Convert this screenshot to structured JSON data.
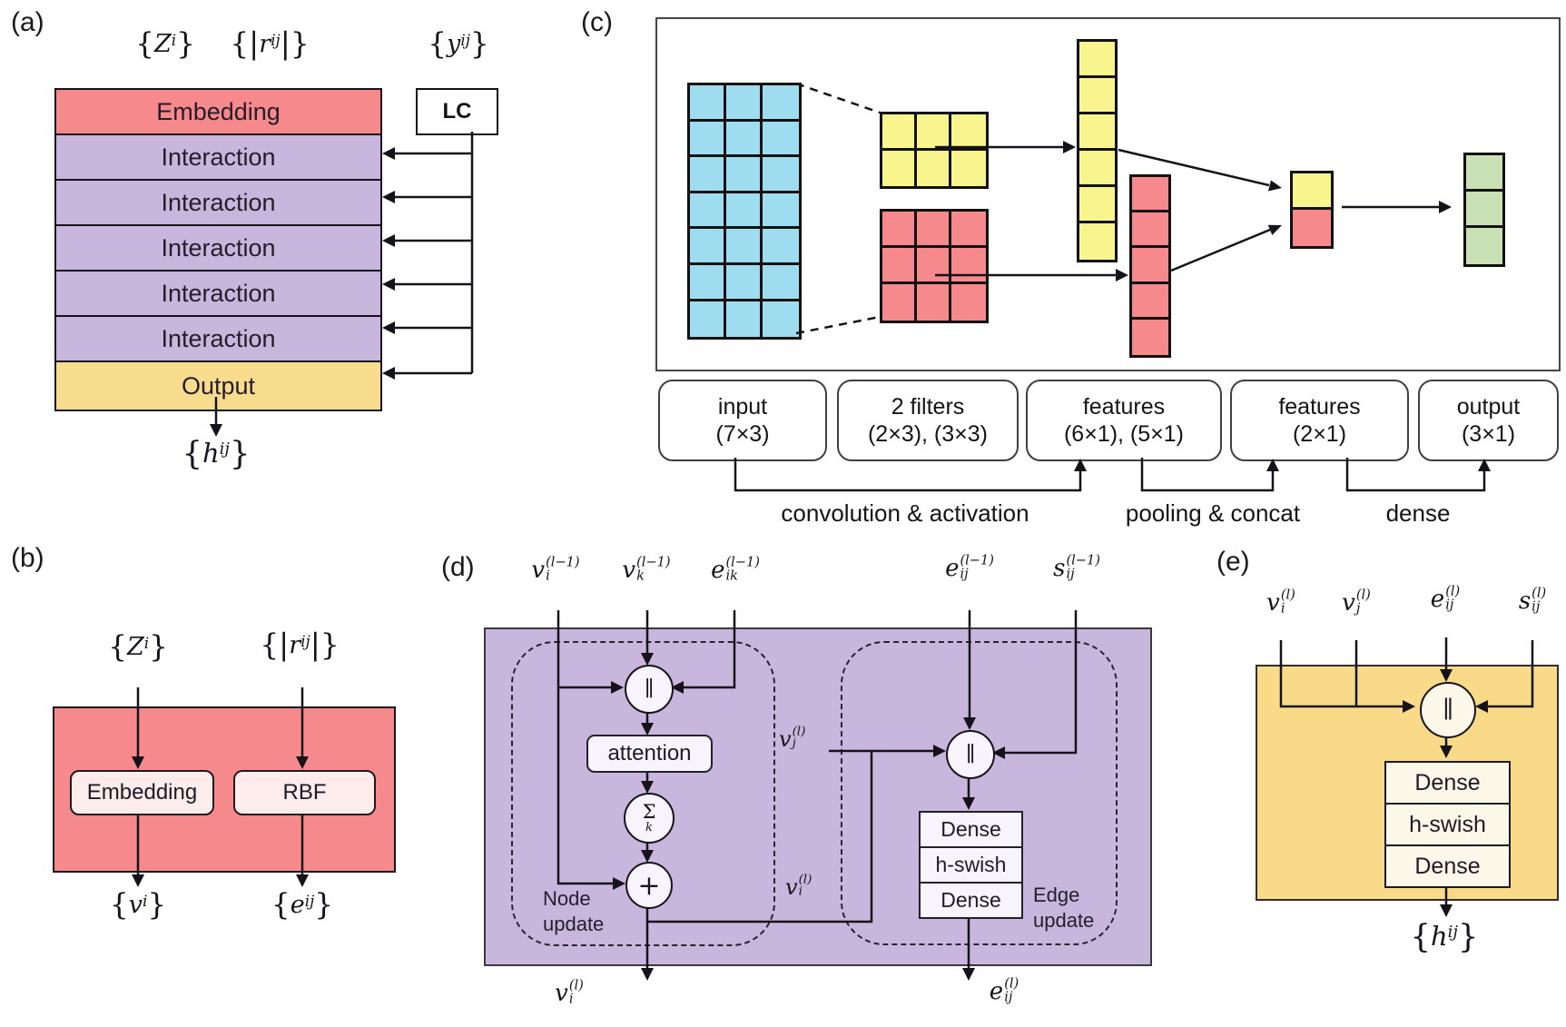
{
  "colors": {
    "embedding_red": "#f5898b",
    "interaction_purple": "#c9b6dc",
    "output_yellow": "#f8dc8e",
    "panel_e_yellow": "#f8da88",
    "input_blue": "#9edcf0",
    "filter_yellow": "#f8f48e",
    "feature_green": "#c9e0b4",
    "sub_box_pink": "#fdecec",
    "sub_box_lavender": "#f7f4fb",
    "sub_box_cream": "#fbf7e9"
  },
  "panel_a": {
    "tag": "(a)",
    "input_z": {
      "pre": "{",
      "base": "Z",
      "sub": "i",
      "post": "}"
    },
    "input_r": {
      "pre": "{|",
      "base": "r",
      "sub": "ij",
      "post": "|}"
    },
    "input_y": {
      "pre": "{",
      "base": "y",
      "sub": "ij",
      "post": "}"
    },
    "lc_label": "LC",
    "rows": [
      {
        "label": "Embedding"
      },
      {
        "label": "Interaction"
      },
      {
        "label": "Interaction"
      },
      {
        "label": "Interaction"
      },
      {
        "label": "Interaction"
      },
      {
        "label": "Interaction"
      },
      {
        "label": "Output"
      }
    ],
    "output_h": {
      "pre": "{",
      "base": "h",
      "sub": "ij",
      "post": "}"
    }
  },
  "panel_b": {
    "tag": "(b)",
    "input_z": {
      "pre": "{",
      "base": "Z",
      "sub": "i",
      "post": "}"
    },
    "input_r": {
      "pre": "{|",
      "base": "r",
      "sub": "ij",
      "post": "|}"
    },
    "embedding_label": "Embedding",
    "rbf_label": "RBF",
    "output_v": {
      "pre": "{",
      "base": "v",
      "sub": "i",
      "post": "}"
    },
    "output_e": {
      "pre": "{",
      "base": "e",
      "sub": "ij",
      "post": "}"
    }
  },
  "panel_c": {
    "tag": "(c)",
    "grids": {
      "input": {
        "rows": 7,
        "cols": 3,
        "color": "#9edcf0"
      },
      "filter_small": {
        "rows": 2,
        "cols": 3,
        "color": "#f8f48e"
      },
      "filter_large": {
        "rows": 3,
        "cols": 3,
        "color": "#f5898b"
      },
      "features_yellow": {
        "rows": 6,
        "cols": 1,
        "color": "#f8f48e"
      },
      "features_red": {
        "rows": 5,
        "cols": 1,
        "color": "#f5898b"
      },
      "features_concat": {
        "rows": 2,
        "cols": 1,
        "row_colors": [
          "#f8f48e",
          "#f5898b"
        ]
      },
      "output": {
        "rows": 3,
        "cols": 1,
        "color": "#c9e0b4"
      }
    },
    "label_boxes": [
      {
        "line1": "input",
        "line2": "(7×3)"
      },
      {
        "line1": "2 filters",
        "line2": "(2×3), (3×3)"
      },
      {
        "line1": "features",
        "line2": "(6×1), (5×1)"
      },
      {
        "line1": "features",
        "line2": "(2×1)"
      },
      {
        "line1": "output",
        "line2": "(3×1)"
      }
    ],
    "captions": [
      "convolution & activation",
      "pooling & concat",
      "dense"
    ]
  },
  "panel_d": {
    "tag": "(d)",
    "input_vi": {
      "base": "v",
      "sub": "i",
      "sup": "(l−1)"
    },
    "input_vk": {
      "base": "v",
      "sub": "k",
      "sup": "(l−1)"
    },
    "input_eik": {
      "base": "e",
      "sub": "ik",
      "sup": "(l−1)"
    },
    "input_eij": {
      "base": "e",
      "sub": "ij",
      "sup": "(l−1)"
    },
    "input_sij": {
      "base": "s",
      "sub": "ij",
      "sup": "(l−1)"
    },
    "concat_symbol": "∥",
    "attention_label": "attention",
    "sum_symbol": "Σ",
    "sum_sub": "k",
    "plus_symbol": "+",
    "vj_label": {
      "base": "v",
      "sub": "j",
      "sup": "(l)"
    },
    "vi_new_label": {
      "base": "v",
      "sub": "i",
      "sup": "(l)"
    },
    "dense_layers": [
      "Dense",
      "h-swish",
      "Dense"
    ],
    "node_region_label": "Node update",
    "edge_region_label": "Edge update",
    "output_v": {
      "base": "v",
      "sub": "i",
      "sup": "(l)"
    },
    "output_e": {
      "base": "e",
      "sub": "ij",
      "sup": "(l)"
    }
  },
  "panel_e": {
    "tag": "(e)",
    "input_vi": {
      "base": "v",
      "sub": "i",
      "sup": "(l)"
    },
    "input_vj": {
      "base": "v",
      "sub": "j",
      "sup": "(l)"
    },
    "input_eij": {
      "base": "e",
      "sub": "ij",
      "sup": "(l)"
    },
    "input_sij": {
      "base": "s",
      "sub": "ij",
      "sup": "(l)"
    },
    "concat_symbol": "∥",
    "dense_layers": [
      "Dense",
      "h-swish",
      "Dense"
    ],
    "output_h": {
      "pre": "{",
      "base": "h",
      "sub": "ij",
      "post": "}"
    }
  }
}
